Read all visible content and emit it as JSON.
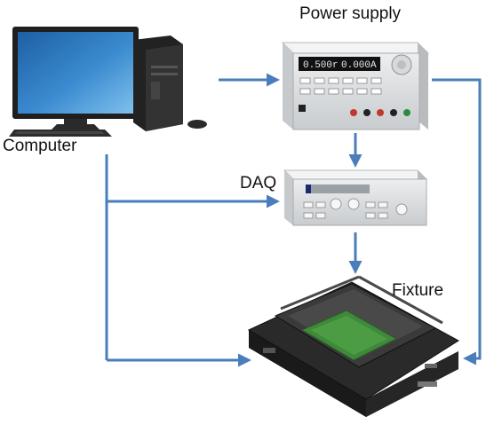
{
  "labels": {
    "power_supply": "Power supply",
    "computer": "Computer",
    "daq": "DAQ",
    "fixture": "Fixture"
  },
  "devices": {
    "power_supply_display_left": "0.500r",
    "power_supply_display_right": "0.000A"
  },
  "colors": {
    "arrow": "#4a7ebb",
    "device_body": "#d9dbdd",
    "fixture_body": "#1b1b1b",
    "pcb": "#3f8a3a",
    "monitor_screen": "#2f78b8"
  },
  "icons": [
    "computer-icon",
    "power-supply-icon",
    "daq-icon",
    "fixture-icon"
  ]
}
